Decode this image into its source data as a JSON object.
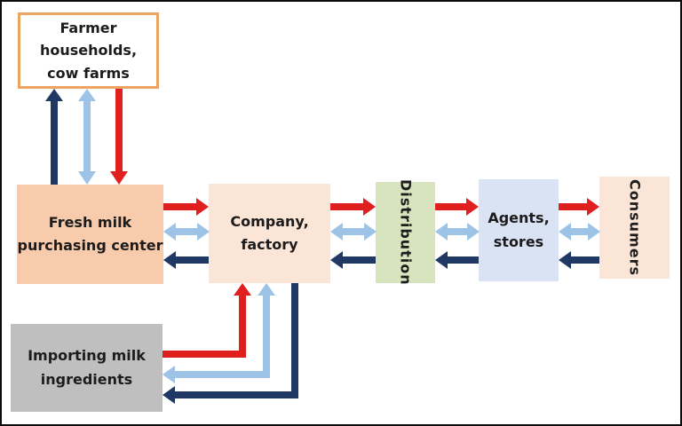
{
  "figure": {
    "type": "supply-chain-flow-diagram",
    "background": "#ffffff",
    "outer_border_color": "#0d0d0d"
  },
  "colors": {
    "red_arrow": "#e01f1f",
    "light_blue_arrow": "#9dc3e6",
    "dark_navy_arrow": "#1f3864"
  },
  "nodes": {
    "farmer": {
      "label": "Farmer\nhouseholds,\ncow farms",
      "fill": "#ffffff",
      "border": "#eda463"
    },
    "purchasing": {
      "label": "Fresh milk\npurchasing center",
      "fill": "#f8cbad"
    },
    "company": {
      "label": "Company,\nfactory",
      "fill": "#fbe5d6"
    },
    "distribution": {
      "label": "Distribution",
      "fill": "#d8e4be"
    },
    "agents": {
      "label": "Agents,\nstores",
      "fill": "#dae3f3"
    },
    "consumers": {
      "label": "Consumers",
      "fill": "#fbe5d6"
    },
    "importing": {
      "label": "Importing milk\ningredients",
      "fill": "#bfbfbf"
    }
  },
  "connections": [
    {
      "pair": "farmer-households <-> fresh-milk-purchasing-center",
      "arrows": [
        {
          "color": "dark_navy",
          "direction": "purchasing-center -> farmer"
        },
        {
          "color": "light_blue",
          "direction": "bidirectional"
        },
        {
          "color": "red",
          "direction": "farmer -> purchasing-center"
        }
      ]
    },
    {
      "pair": "fresh-milk-purchasing-center <-> company-factory",
      "arrows": [
        {
          "color": "red",
          "direction": "purchasing-center -> company"
        },
        {
          "color": "light_blue",
          "direction": "bidirectional"
        },
        {
          "color": "dark_navy",
          "direction": "company -> purchasing-center"
        }
      ]
    },
    {
      "pair": "company-factory <-> distribution",
      "arrows": [
        {
          "color": "red",
          "direction": "company -> distribution"
        },
        {
          "color": "light_blue",
          "direction": "bidirectional"
        },
        {
          "color": "dark_navy",
          "direction": "distribution -> company"
        }
      ]
    },
    {
      "pair": "distribution <-> agents-stores",
      "arrows": [
        {
          "color": "red",
          "direction": "distribution -> agents"
        },
        {
          "color": "light_blue",
          "direction": "bidirectional"
        },
        {
          "color": "dark_navy",
          "direction": "agents -> distribution"
        }
      ]
    },
    {
      "pair": "agents-stores <-> consumers",
      "arrows": [
        {
          "color": "red",
          "direction": "agents -> consumers"
        },
        {
          "color": "light_blue",
          "direction": "bidirectional"
        },
        {
          "color": "dark_navy",
          "direction": "consumers -> agents"
        }
      ]
    },
    {
      "pair": "importing-milk-ingredients <-> company-factory",
      "arrows": [
        {
          "color": "red",
          "direction": "importing -> company"
        },
        {
          "color": "light_blue",
          "direction": "bidirectional"
        },
        {
          "color": "dark_navy",
          "direction": "company -> importing"
        }
      ]
    }
  ]
}
